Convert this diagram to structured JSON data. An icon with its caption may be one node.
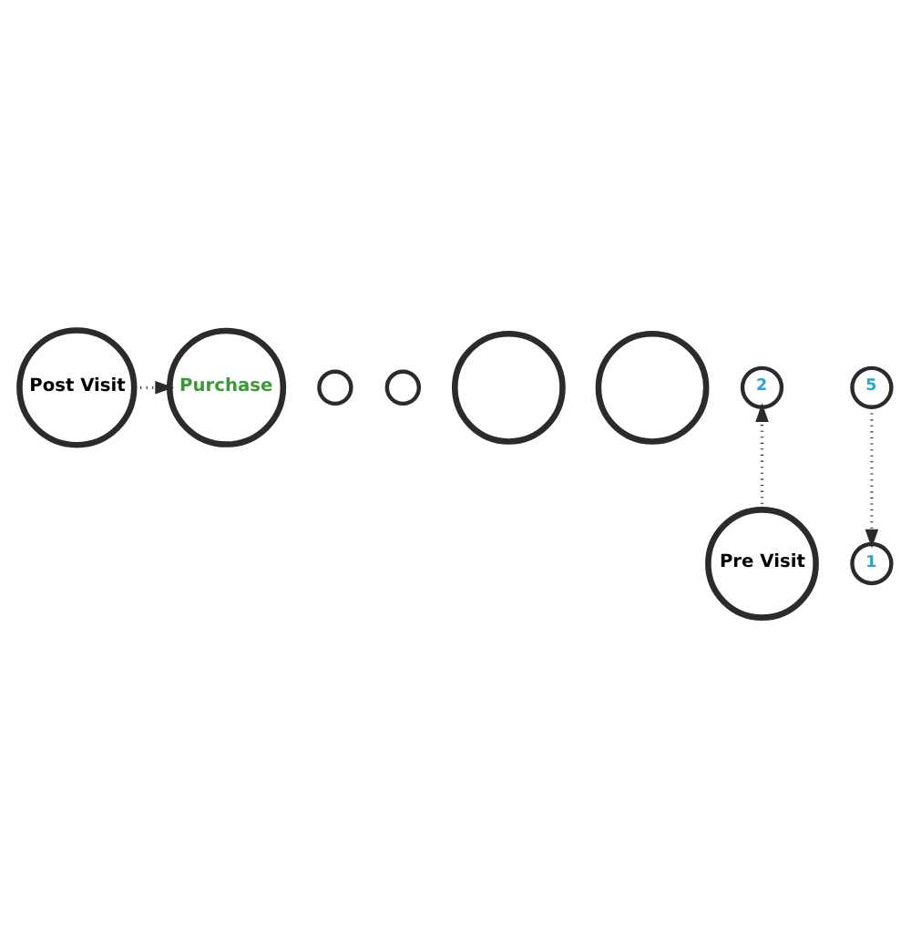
{
  "diagram": {
    "nodes": [
      {
        "text": [
          "Post Visit"
        ]
      },
      {
        "text": [],
        "shape": "circle"
      },
      {
        "text": [
          "Purchase"
        ]
      },
      {
        "text": [],
        "shape": "circle"
      },
      {
        "text": [],
        "shape": "circle"
      },
      {
        "text": [],
        "shape": "circle"
      },
      {
        "text": [
          "2"
        ]
      },
      {
        "text": [
          "5"
        ]
      },
      {
        "text": [
          "Pre Visit"
        ]
      },
      {
        "text": [
          "1"
        ]
      }
    ],
    "edges": [
      {
        "from": 0,
        "to": 2,
        "arrow": "to",
        "style": "dashed"
      },
      {
        "from": 8,
        "to": 6,
        "arrow": "to",
        "style": "dashed"
      },
      {
        "from": 7,
        "to": 9,
        "arrow": "to",
        "style": "dashed"
      }
    ]
  }
}
